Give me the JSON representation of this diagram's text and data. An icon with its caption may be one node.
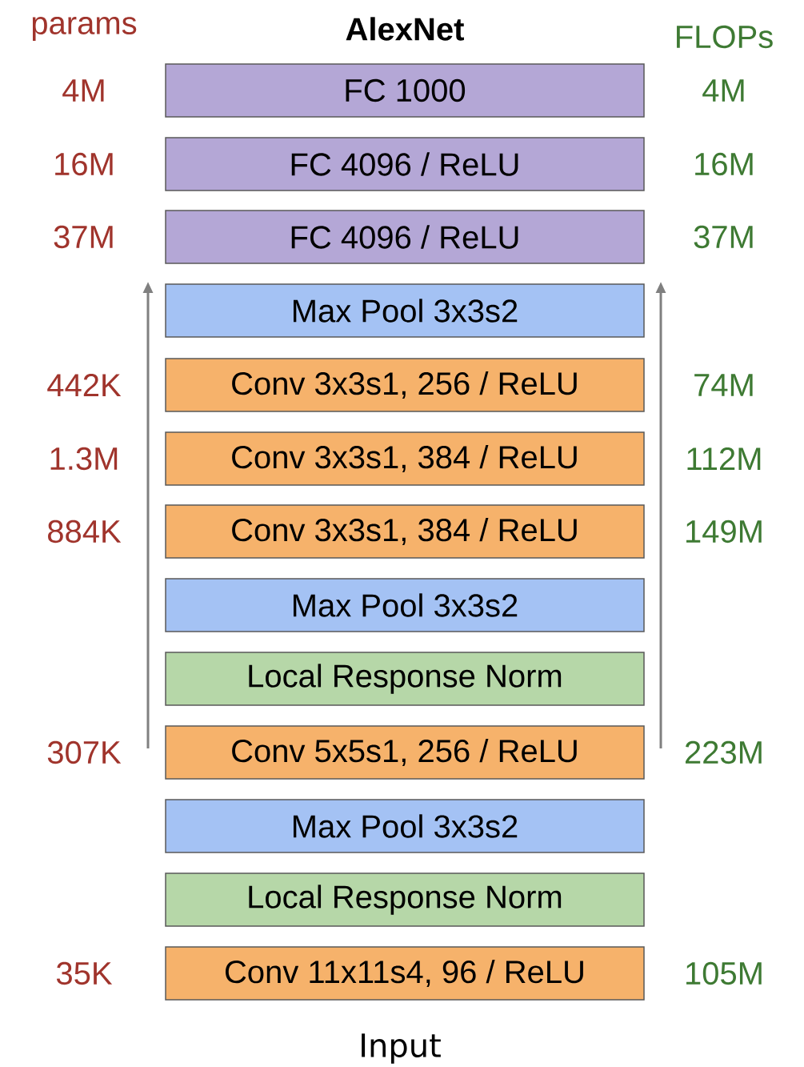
{
  "diagram": {
    "title": "AlexNet",
    "nodes": [
      {
        "text": [
          "FC 1000"
        ],
        "beside": [
          "4M",
          "4M"
        ]
      },
      {
        "text": [
          "FC 4096 / ReLU"
        ],
        "beside": [
          "16M",
          "16M"
        ]
      },
      {
        "text": [
          "FC 4096 / ReLU"
        ],
        "beside": [
          "37M",
          "37M"
        ]
      },
      {
        "text": [
          "Max Pool 3x3s2"
        ]
      },
      {
        "text": [
          "Conv 3x3s1, 256 / ReLU"
        ],
        "beside": [
          "442K",
          "74M"
        ]
      },
      {
        "text": [
          "Conv 3x3s1, 384 / ReLU"
        ],
        "beside": [
          "1.3M",
          "112M"
        ]
      },
      {
        "text": [
          "Conv 3x3s1, 384 / ReLU"
        ],
        "beside": [
          "884K",
          "149M"
        ]
      },
      {
        "text": [
          "Max Pool 3x3s2"
        ]
      },
      {
        "text": [
          "Local Response Norm"
        ]
      },
      {
        "text": [
          "Conv 5x5s1, 256 / ReLU"
        ],
        "beside": [
          "307K",
          "223M"
        ]
      },
      {
        "text": [
          "Max Pool 3x3s2"
        ]
      },
      {
        "text": [
          "Local Response Norm"
        ]
      },
      {
        "text": [
          "Conv 11x11s4, 96 / ReLU"
        ],
        "beside": [
          "35K",
          "105M"
        ]
      }
    ],
    "edges": [],
    "labels": [
      "params",
      "FLOPs",
      "Input"
    ]
  }
}
